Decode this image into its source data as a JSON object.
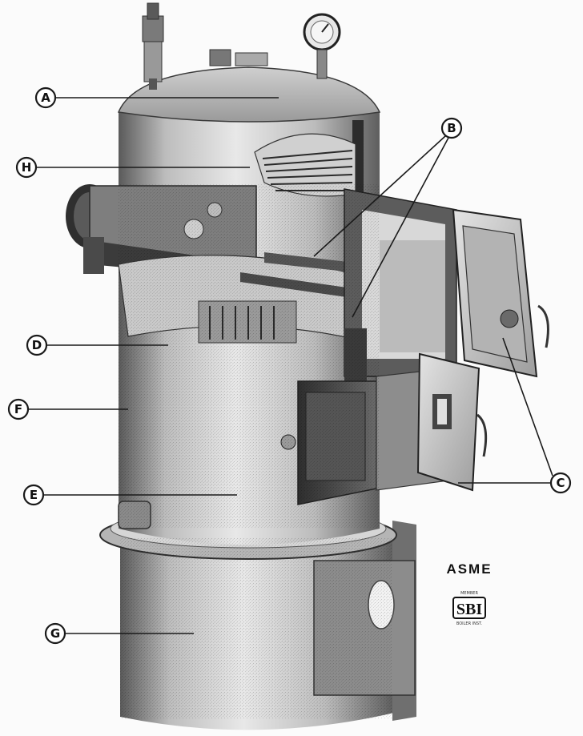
{
  "figure": {
    "callouts": [
      {
        "letter": "A"
      },
      {
        "letter": "B"
      },
      {
        "letter": "C"
      },
      {
        "letter": "D"
      },
      {
        "letter": "E"
      },
      {
        "letter": "F"
      },
      {
        "letter": "G"
      },
      {
        "letter": "H"
      }
    ],
    "marks": {
      "asme": "ASME",
      "stamp_top": "MEMBER",
      "sbi": "SBI",
      "stamp_bottom": "BOILER INST."
    }
  },
  "colors": {
    "metal_light": "#d9d9d9",
    "metal_mid": "#a9a9a9",
    "metal_dark": "#4a4a4a",
    "ink": "#111111"
  }
}
